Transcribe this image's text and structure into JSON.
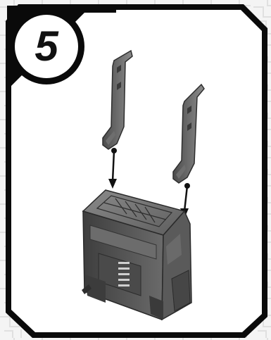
{
  "step": {
    "number": "5"
  },
  "colors": {
    "frame": "#0a0a0a",
    "panel": "#ffffff",
    "background_pattern": "#e2e2e2",
    "part_dark": "#4a4a4a",
    "part_mid": "#7a7a7a",
    "part_light": "#a8a8a8",
    "arrow": "#111111"
  },
  "parts": [
    {
      "name": "left-bracket",
      "description_icon": "bracket-icon"
    },
    {
      "name": "right-bracket",
      "description_icon": "bracket-icon"
    },
    {
      "name": "base-block",
      "description_icon": "block-icon"
    }
  ]
}
